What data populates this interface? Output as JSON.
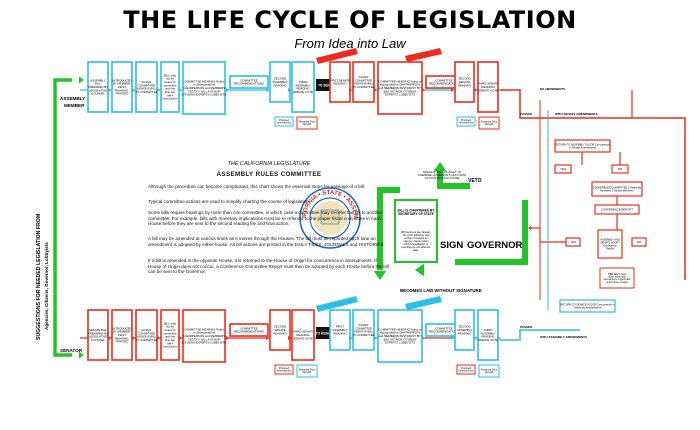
{
  "header": {
    "title": "THE LIFE CYCLE OF LEGISLATION",
    "subtitle": "From Idea into Law"
  },
  "side_labels": {
    "assembly_member": "ASSEMBLY\nMEMBER",
    "senator": "SENATOR",
    "suggestions_line1": "SUGGESTIONS FOR NEEDED LEGISLATION FROM",
    "suggestions_line2": "Agencies, Citizens, Governor, Lobbyists"
  },
  "assembly_track": [
    "ASSEMBLY BILL PREPARED BY LEGISLATIVE COUNSEL",
    "INTRODUCED BY MEMBER, FIRST READING, PRINTED",
    "RULES COMMITTEE ASSIGNS BILL TO COMMITTEE",
    "BILL may not be heard by committee until the 31st day after introduction",
    "COMMITTEE HEARING Policy or Appropriations CHAIRPERSON and MEMBERS TESTIFY: BILL AUTHOR CITIZENS EXPERTS LOBBYISTS",
    "COMMITTEE RECOMMENDATIONS",
    "SECOND ASSEMBLY READING",
    "THIRD ASSEMBLY READING DEBATE VOTE",
    "TO SENATE",
    "FIRST SENATE READING",
    "RULES COMMITTEE ASSIGNS BILL TO COMMITTEE",
    "COMMITTEE HEARING Policy or Appropriations CHAIRPERSON and MEMBERS TESTIMONY BY: BILL AUTHOR CITIZENS EXPERTS LOBBYISTS",
    "COMMITTEE RECOMMENDATIONS",
    "SECOND SENATE READING",
    "THIRD SENATE READING DEBATE VOTE"
  ],
  "senate_track": [
    "SENATE BILL PREPARED BY LEGISLATIVE COUNSEL",
    "INTRODUCED BY MEMBER, FIRST READING, PRINTED",
    "RULES COMMITTEE ASSIGNS BILL TO COMMITTEE",
    "BILL may not be heard by committee until the 31st day after introduction",
    "COMMITTEE HEARING Policy or Appropriations CHAIRPERSON and MEMBERS TESTIFY: BILL AUTHOR CITIZENS EXPERTS LOBBYISTS",
    "COMMITTEE RECOMMENDATIONS",
    "SECOND SENATE READING",
    "THIRD SENATE READING DEBATE VOTE",
    "TO ASSEMBLY",
    "FIRST ASSEMBLY READING",
    "RULES COMMITTEE ASSIGNS BILL TO COMMITTEE",
    "COMMITTEE HEARING Policy or Appropriations CHAIRPERSON and MEMBERS TESTIMONY BY: BILL AUTHOR CITIZENS EXPERTS LOBBYISTS",
    "COMMITTEE RECOMMENDATIONS",
    "SECOND ASSEMBLY READING",
    "THIRD ASSEMBLY READING DEBATE VOTE"
  ],
  "small_boxes": {
    "proposed_amendments": "Proposed Amendments",
    "reprinted": "Reprinted Then Reread"
  },
  "arrow_labels": {
    "passed": "PASSED",
    "with_amendments": "WITH SENATE AMENDMENTS",
    "with_amendments_assembly": "WITH ASSEMBLY AMENDMENTS",
    "no_amendments": "NO AMENDMENTS",
    "yes": "YES",
    "no": "NO"
  },
  "concurrence": {
    "return_assembly": "RETURN TO ASSEMBLY FLOOR Concurrence in Senate Amendments",
    "return_senate": "RETURN TO SENATE FLOOR Concurrence in Assembly Amendments",
    "conference": "CONFERENCE COMMITTEE 3 Assembly Members 3 Senate Members",
    "conference_report": "CONFERENCE REPORT",
    "houses_adopt": "ASSEMBLY AND SENATE ADOPT Conference Report",
    "if_fails": "If Bill fails to pass either house with amendments, it goes back to the house of origin"
  },
  "governor": {
    "label": "GOVERNOR",
    "sign": "SIGN",
    "veto": "VETO",
    "chaptered": "BILL IS CHAPTERED BY SECRETARY OF STATE",
    "effective": "Bill becomes law January 1st of the following year unless it contains an urgency clause (takes effect immediately) or specifies its own effective date.",
    "override": "LEGISLATURE HAS RIGHT TO OVERRIDE GOVERNOR'S VETO WITH 2/3 VOTE OF EACH HOUSE",
    "without_signature": "BECOMES LAW WITHOUT SIGNATURE"
  },
  "seal": {
    "ring_text": "CALIFORNIA • STATE • ASSEMBLY",
    "top": "CALIFORNIA",
    "left": "STATE",
    "right": "ASSEMBLY"
  },
  "body_text": {
    "org": "THE CALIFORNIA LEGISLATURE",
    "heading": "ASSEMBLY RULES COMMITTEE",
    "p1": "Although the procedure can become complicated, this chart shows the essential steps for passage of a bill.",
    "p2": "Typical committee actions are used to simplify charting the course of legislation.",
    "p3": "Some bills require hearings by more than one committee, in which case a committee may re-refer the bill to another committee. For example, bills with monetary implications must be re-referred to the proper fiscal committee in each House before they are sent to the second reading file and final action.",
    "p4": "A bill may be amended at various times as it moves through the Houses. The bill must be reprinted each time an amendment is adopted by either house. All bill actions are printed in the DAILY FILES, JOURNALS and HISTORIES.",
    "p5": "If a bill is amended in the opposite House, it is returned to the House of Origin for concurrence in amendments. If House of Origin does not concur, a Conference Committee Report must then be adopted by each House before the bill can be sent to the Governor."
  },
  "colors": {
    "assembly": "#2bbfe6",
    "senate": "#ee2b1c",
    "governor": "#22c42a",
    "seal_blue": "#1a6fc2",
    "seal_red": "#d8281e",
    "seal_gold": "#d9b23a"
  }
}
